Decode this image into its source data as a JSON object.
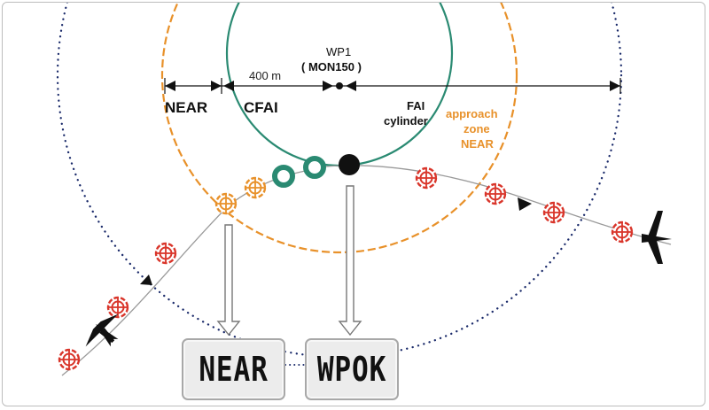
{
  "diagram": {
    "distance_label": "400 m",
    "waypoint": {
      "name": "WP1",
      "code": "( MON150 )"
    },
    "near_label": "NEAR",
    "cfai_label": "CFAI",
    "fai_cylinder": {
      "line1": "FAI",
      "line2": "cylinder"
    },
    "approach_zone": {
      "line1": "approach",
      "line2": "zone",
      "line3": "NEAR"
    },
    "displays": {
      "near": "NEAR",
      "wpok": "WPOK"
    },
    "colors": {
      "fai_cylinder": "#2a8a72",
      "approach_zone": "#e8912a",
      "track_marker": "#d9352a",
      "near_marker": "#e8912a",
      "outer_boundary": "#1a2a6a"
    },
    "icons": [
      "glider-icon",
      "crosshair-icon",
      "ring-icon",
      "waypoint-dot-icon",
      "arrow-icon"
    ]
  }
}
